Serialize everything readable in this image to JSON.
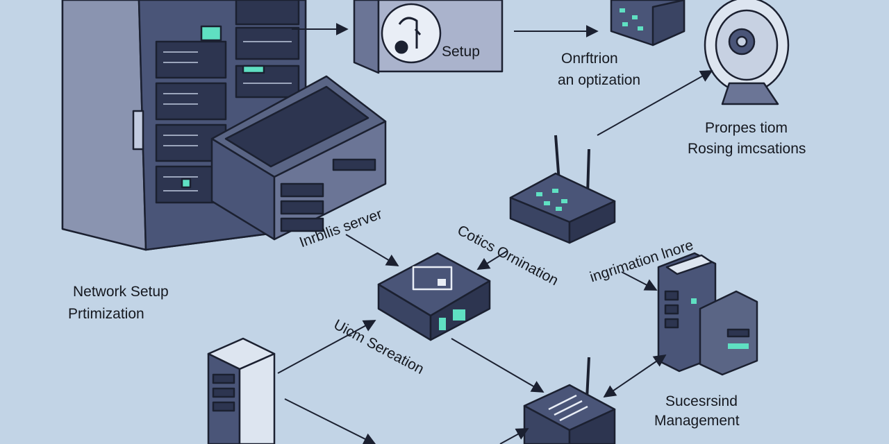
{
  "labels": {
    "setup": "Setup",
    "onrftrion": "Onrftrion",
    "optimization": "an optization",
    "proper_line1": "Prorpes tiom",
    "proper_line2": "Rosing imcsations",
    "inrbllis": "Inrbllis server",
    "cotics": "Cotics Ornination",
    "ingrimation": "ingrimation lnore",
    "network_line1": "Network Setup",
    "network_line2": "Prtimization",
    "uicm": "Uicm Sereation",
    "sucesrsind_line1": "Sucesrsind",
    "sucesrsind_line2": "Management"
  },
  "colors": {
    "background": "#c2d4e6",
    "device_body": "#4a5578",
    "device_dark": "#2d3550",
    "device_light": "#7c86a3",
    "accent_led": "#5fe0c2",
    "outline": "#1b2030"
  },
  "icons": {
    "rack": "server-rack-icon",
    "music": "music-note-icon",
    "gear": "gear-icon",
    "router": "router-icon",
    "hub": "network-hub-icon",
    "tower": "tower-server-icon"
  }
}
